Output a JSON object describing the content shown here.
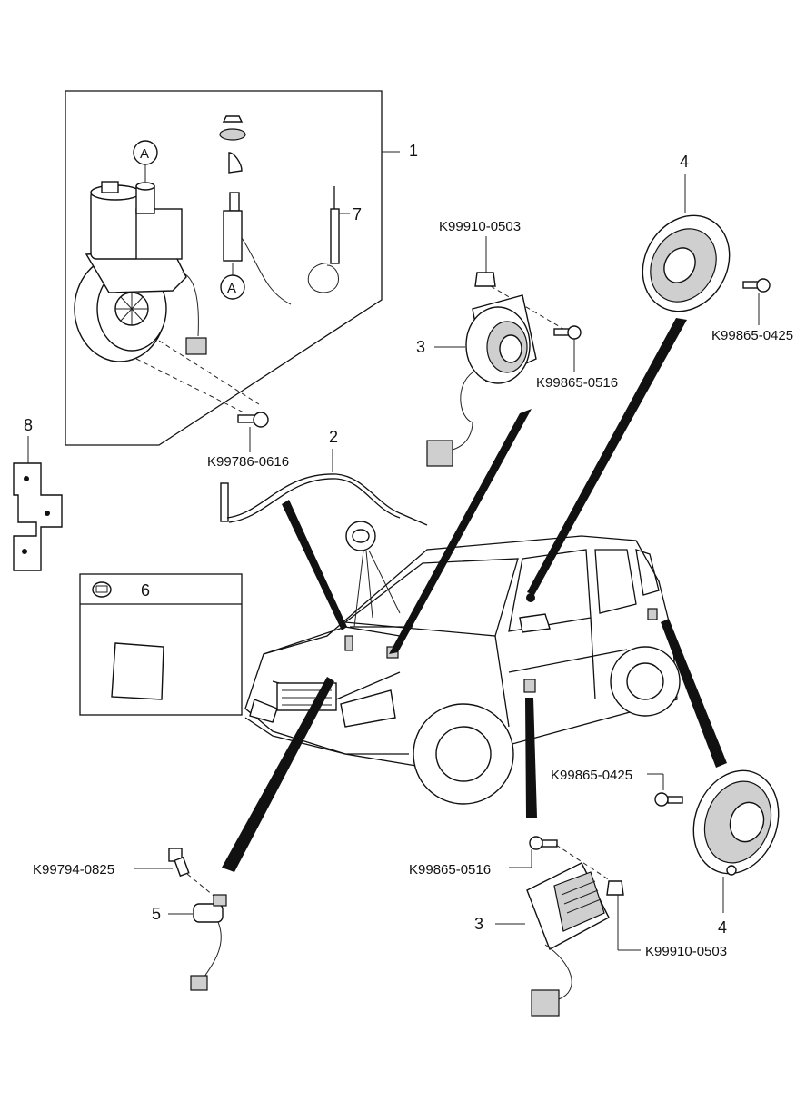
{
  "callouts": {
    "c1": "1",
    "c2": "2",
    "c3_top": "3",
    "c3_bottom": "3",
    "c4_top": "4",
    "c4_bottom": "4",
    "c5": "5",
    "c6": "6",
    "c7": "7",
    "c8": "8"
  },
  "markers": {
    "a_top": "A",
    "a_bottom": "A"
  },
  "part_numbers": {
    "screw_antenna_motor": "K99786-0616",
    "clip_front_upper": "K99910-0503",
    "screw_front_upper": "K99865-0516",
    "screw_speaker_upper": "K99865-0425",
    "screw_speaker_lower": "K99865-0425",
    "screw_front_lower": "K99865-0516",
    "clip_front_lower": "K99910-0503",
    "bolt_condenser": "K99794-0825"
  },
  "icons": [
    "rear-speaker-icon",
    "tape-symbol-icon",
    "antenna-motor-icon"
  ]
}
